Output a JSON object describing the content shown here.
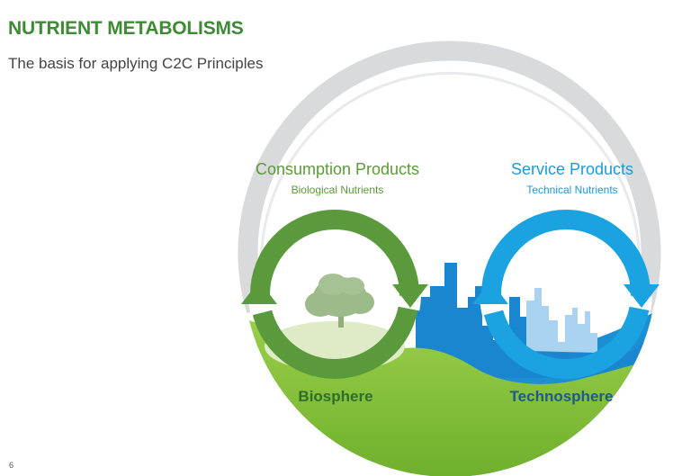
{
  "slide": {
    "title": "NUTRIENT METABOLISMS",
    "subtitle": "The basis for applying C2C Principles",
    "page_number": "6"
  },
  "diagram": {
    "biological": {
      "title": "Consumption Products",
      "subtitle": "Biological Nutrients",
      "ground_label": "Biosphere",
      "color": "#5a9a3c"
    },
    "technical": {
      "title": "Service Products",
      "subtitle": "Technical Nutrients",
      "ground_label": "Technosphere",
      "color": "#1aa3e0"
    },
    "outer_loop_color": "#d8dadb",
    "ground_color": "#8cc63f",
    "icons": [
      "tree-icon",
      "city-skyline-icon"
    ]
  }
}
